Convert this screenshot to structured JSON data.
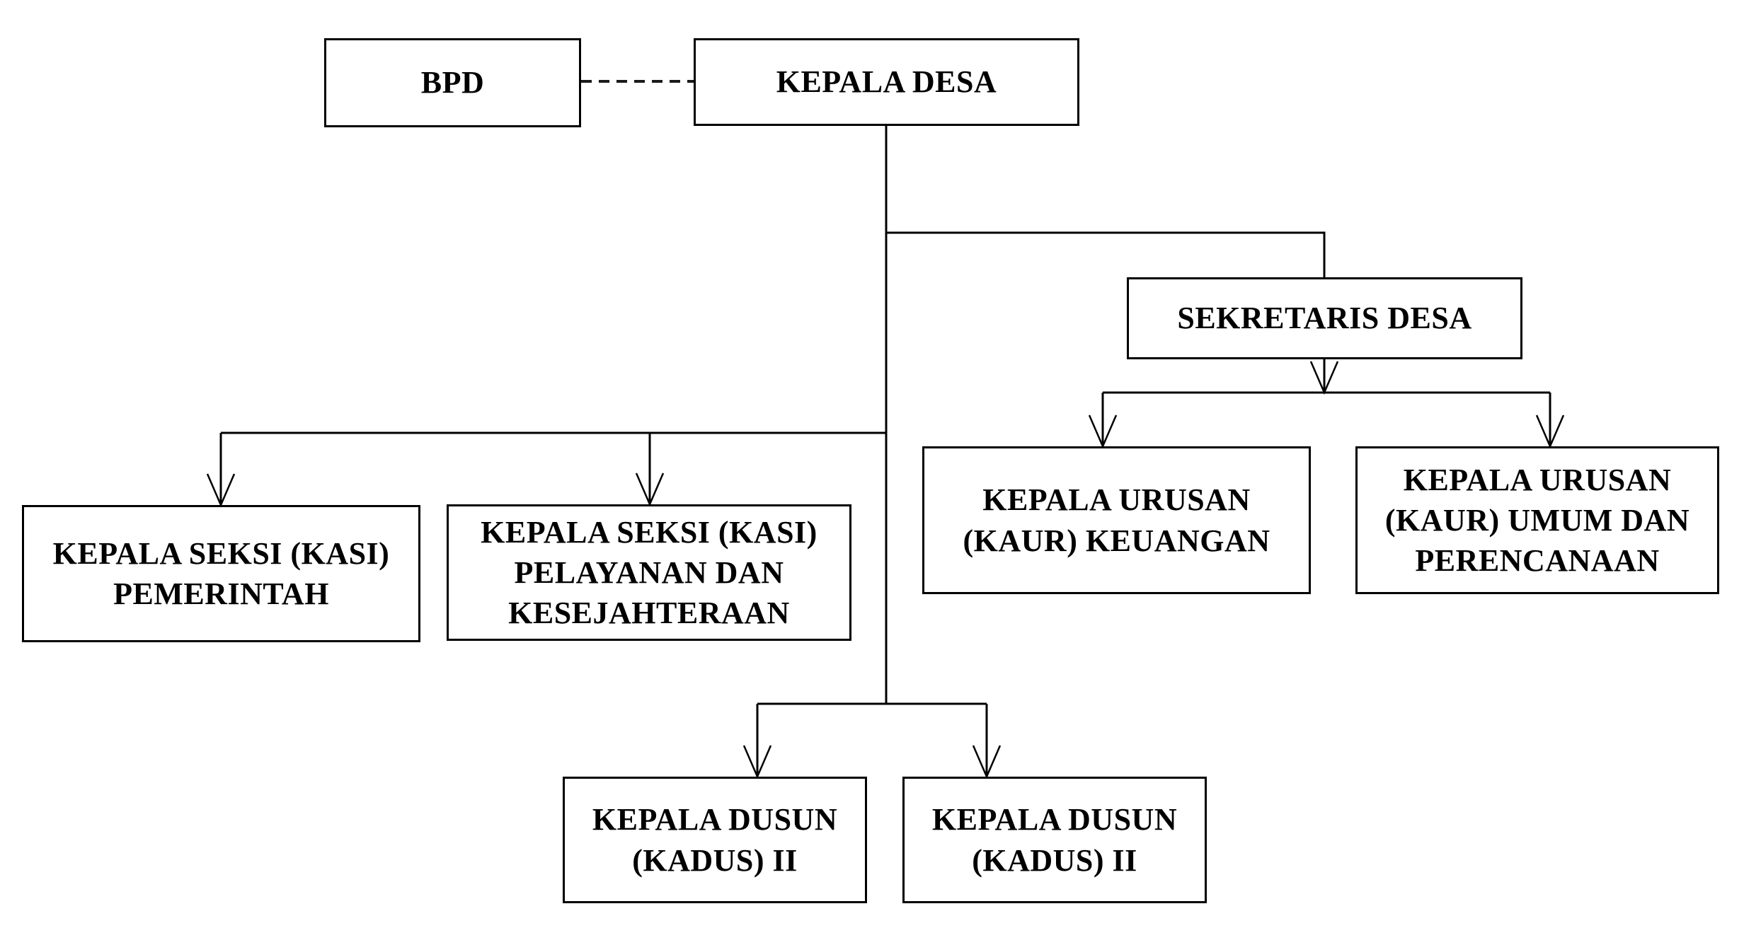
{
  "diagram": {
    "type": "org-chart",
    "background_color": "#ffffff",
    "line_color": "#000000",
    "box_fill": "#ffffff",
    "box_border_color": "#000000",
    "text_color": "#000000",
    "nodes": {
      "bpd": {
        "label": "BPD"
      },
      "kepala_desa": {
        "label": "KEPALA DESA"
      },
      "sekretaris_desa": {
        "label": "SEKRETARIS DESA"
      },
      "kaur_keuangan": {
        "label": "KEPALA URUSAN\n(KAUR) KEUANGAN"
      },
      "kaur_umum": {
        "label": "KEPALA URUSAN\n(KAUR) UMUM DAN\nPERENCANAAN"
      },
      "kasi_pemerintah": {
        "label": "KEPALA SEKSI (KASI)\nPEMERINTAH"
      },
      "kasi_pelayanan": {
        "label": "KEPALA SEKSI (KASI)\nPELAYANAN DAN\nKESEJAHTERAAN"
      },
      "kadus_left": {
        "label": "KEPALA DUSUN\n(KADUS) II"
      },
      "kadus_right": {
        "label": "KEPALA DUSUN\n(KADUS) II"
      }
    },
    "edges": [
      {
        "from": "bpd",
        "to": "kepala_desa",
        "style": "dashed",
        "arrow": false
      },
      {
        "from": "kepala_desa",
        "to": "sekretaris_desa",
        "style": "solid",
        "arrow": false
      },
      {
        "from": "sekretaris_desa",
        "to": "kaur_keuangan",
        "style": "solid",
        "arrow": true
      },
      {
        "from": "sekretaris_desa",
        "to": "kaur_umum",
        "style": "solid",
        "arrow": true
      },
      {
        "from": "kepala_desa",
        "to": "kasi_pemerintah",
        "style": "solid",
        "arrow": true
      },
      {
        "from": "kepala_desa",
        "to": "kasi_pelayanan",
        "style": "solid",
        "arrow": true
      },
      {
        "from": "kepala_desa",
        "to": "kadus_left",
        "style": "solid",
        "arrow": true
      },
      {
        "from": "kepala_desa",
        "to": "kadus_right",
        "style": "solid",
        "arrow": true
      }
    ]
  }
}
